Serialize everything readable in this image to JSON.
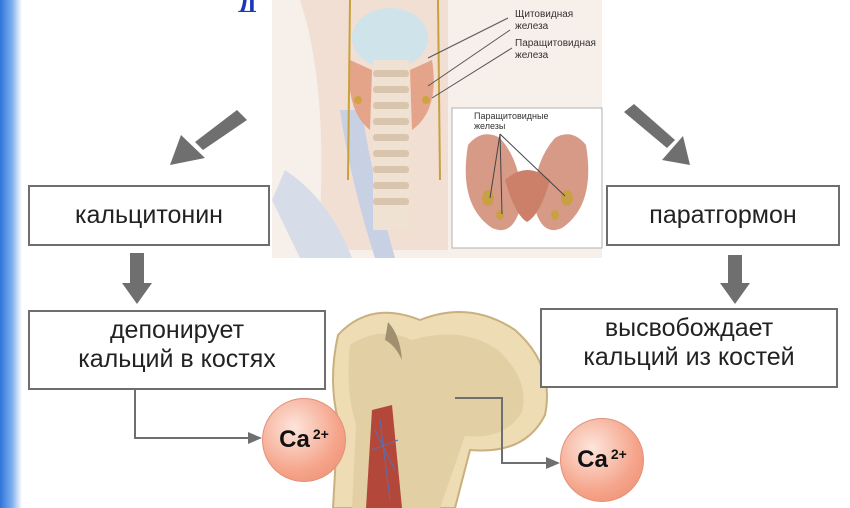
{
  "title_fragment": "Д",
  "neck_labels": {
    "thyroid": [
      "Щитовидная",
      "железа"
    ],
    "parathyroid": [
      "Паращитовидная",
      "железа"
    ]
  },
  "inset_label": [
    "Паращитовидные",
    "железы"
  ],
  "left_branch": {
    "hormone": "кальцитонин",
    "action": [
      "депонирует",
      "кальций в костях"
    ],
    "ion": {
      "symbol": "Ca",
      "charge": "2+"
    }
  },
  "right_branch": {
    "hormone": "паратгормон",
    "action": [
      "высвобождает",
      "кальций из костей"
    ],
    "ion": {
      "symbol": "Ca",
      "charge": "2+"
    }
  },
  "colors": {
    "arrow": "#6f6f6f",
    "box_border": "#6e6e6e",
    "ion_fill": "#f5a48a",
    "bone": "#e6d2a8",
    "marrow": "#b8493c",
    "skin": "#f7ede8",
    "thyroid": "#d99a7f"
  },
  "icons": [
    "down-left-arrow-icon",
    "down-right-arrow-icon",
    "down-arrow-icon",
    "connector-arrow-icon"
  ]
}
